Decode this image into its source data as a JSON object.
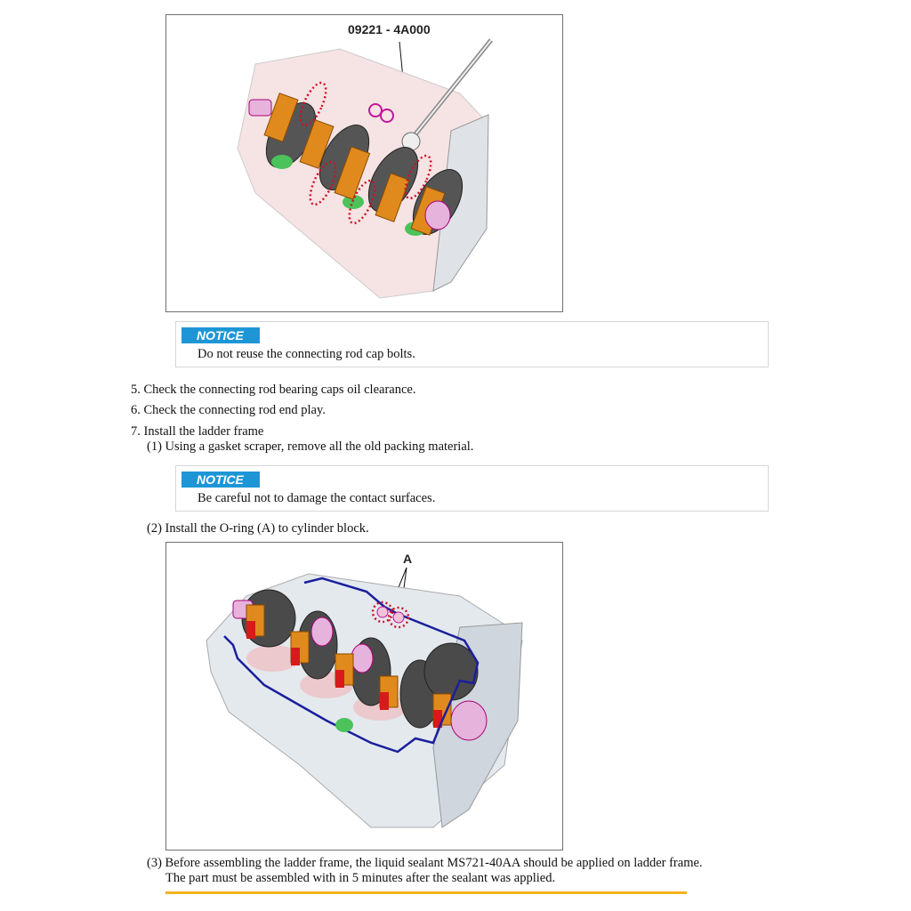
{
  "figure1": {
    "callout": "09221 - 4A000",
    "description": "Cylinder block with crankshaft and connecting rod caps; special tool 09221-4A000 installed"
  },
  "notice1": {
    "badge": "NOTICE",
    "text": "Do not reuse the connecting rod cap bolts."
  },
  "steps": {
    "s5": "5. Check the connecting rod bearing caps oil clearance.",
    "s6": "6. Check the connecting rod end play.",
    "s7": "7. Install the ladder frame",
    "s7_1": "(1) Using a gasket scraper, remove all the old packing material.",
    "s7_2": "(2) Install the O-ring (A) to cylinder block.",
    "s7_3_line1": "(3) Before assembling the ladder frame, the liquid sealant MS721-40AA should be applied on ladder frame.",
    "s7_3_line2": "The part must be assembled with in 5 minutes after the sealant was applied."
  },
  "notice2": {
    "badge": "NOTICE",
    "text": "Be careful not to damage the contact surfaces."
  },
  "figure2": {
    "callout": "A",
    "description": "Cylinder block with crankshaft, sealant bead line (blue), O-rings (A) highlighted"
  },
  "colors": {
    "notice_badge": "#1e96d6",
    "divider": "#f5b21a",
    "sealant_line": "#1a1f9c",
    "bearing_cap": "#e08a1e"
  }
}
